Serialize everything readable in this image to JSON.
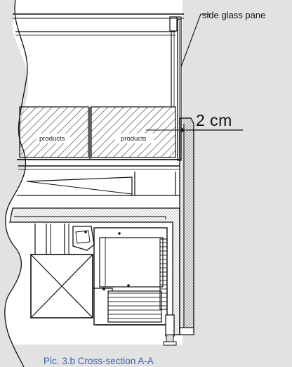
{
  "diagram": {
    "callout_label": "side glass pane",
    "dimension_label": "2 cm",
    "product_labels": [
      "products",
      "products"
    ],
    "caption": "Pic. 3.b Cross-section A-A"
  }
}
